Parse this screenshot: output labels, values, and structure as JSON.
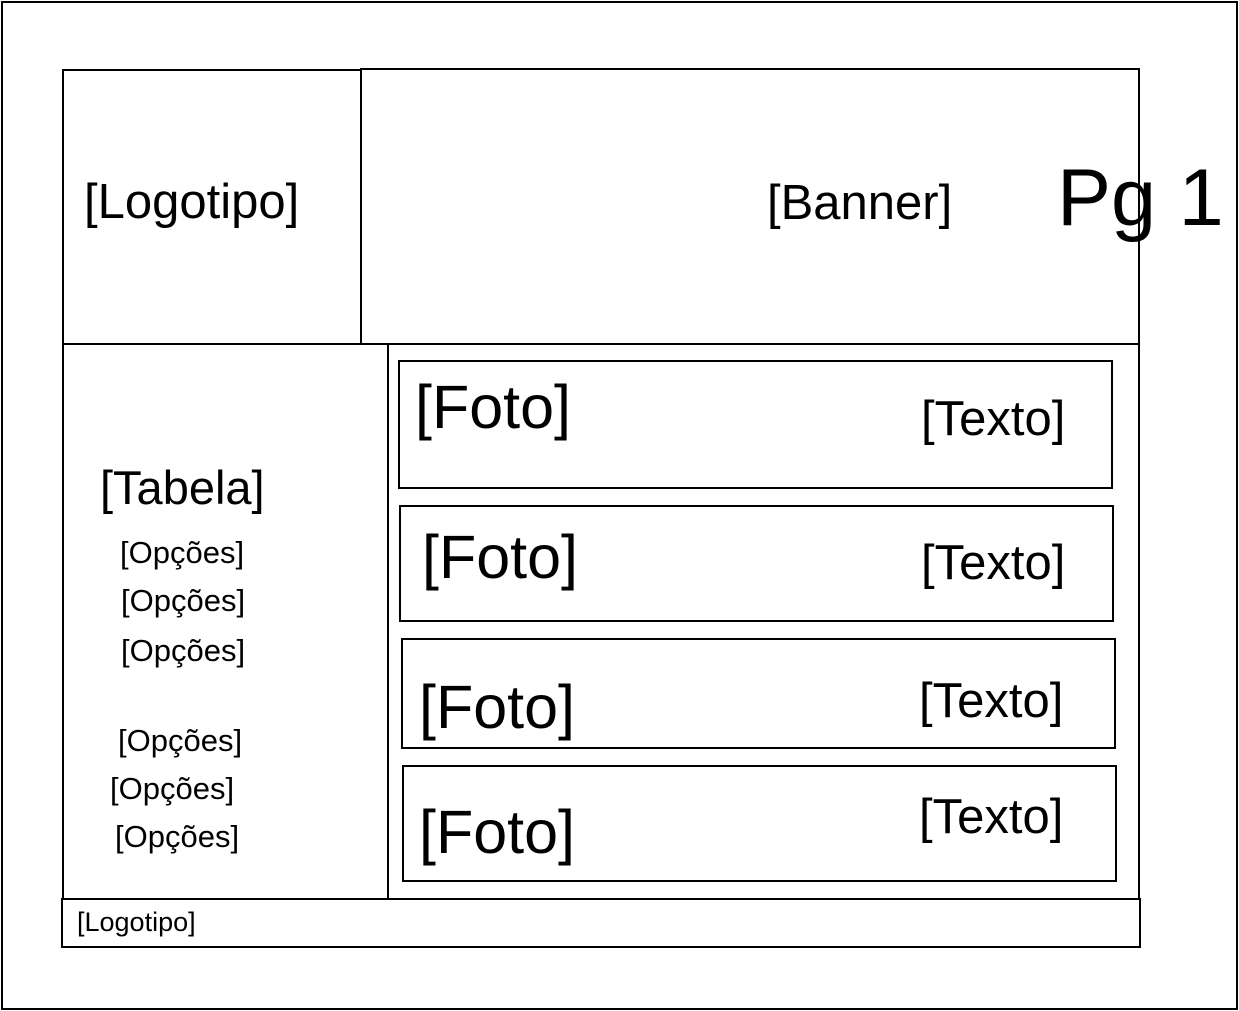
{
  "page_label": "Pg 1",
  "header": {
    "logo_label": "[Logotipo]",
    "banner_label": "[Banner]"
  },
  "sidebar": {
    "title": "[Tabela]",
    "options": [
      "[Opções]",
      "[Opções]",
      "[Opções]",
      "[Opções]",
      "[Opções]",
      "[Opções]"
    ]
  },
  "content": {
    "items": [
      {
        "photo": "[Foto]",
        "text": "[Texto]"
      },
      {
        "photo": "[Foto]",
        "text": "[Texto]"
      },
      {
        "photo": "[Foto]",
        "text": "[Texto]"
      },
      {
        "photo": "[Foto]",
        "text": "[Texto]"
      }
    ]
  },
  "footer": {
    "logo_label": "[Logotipo]"
  }
}
